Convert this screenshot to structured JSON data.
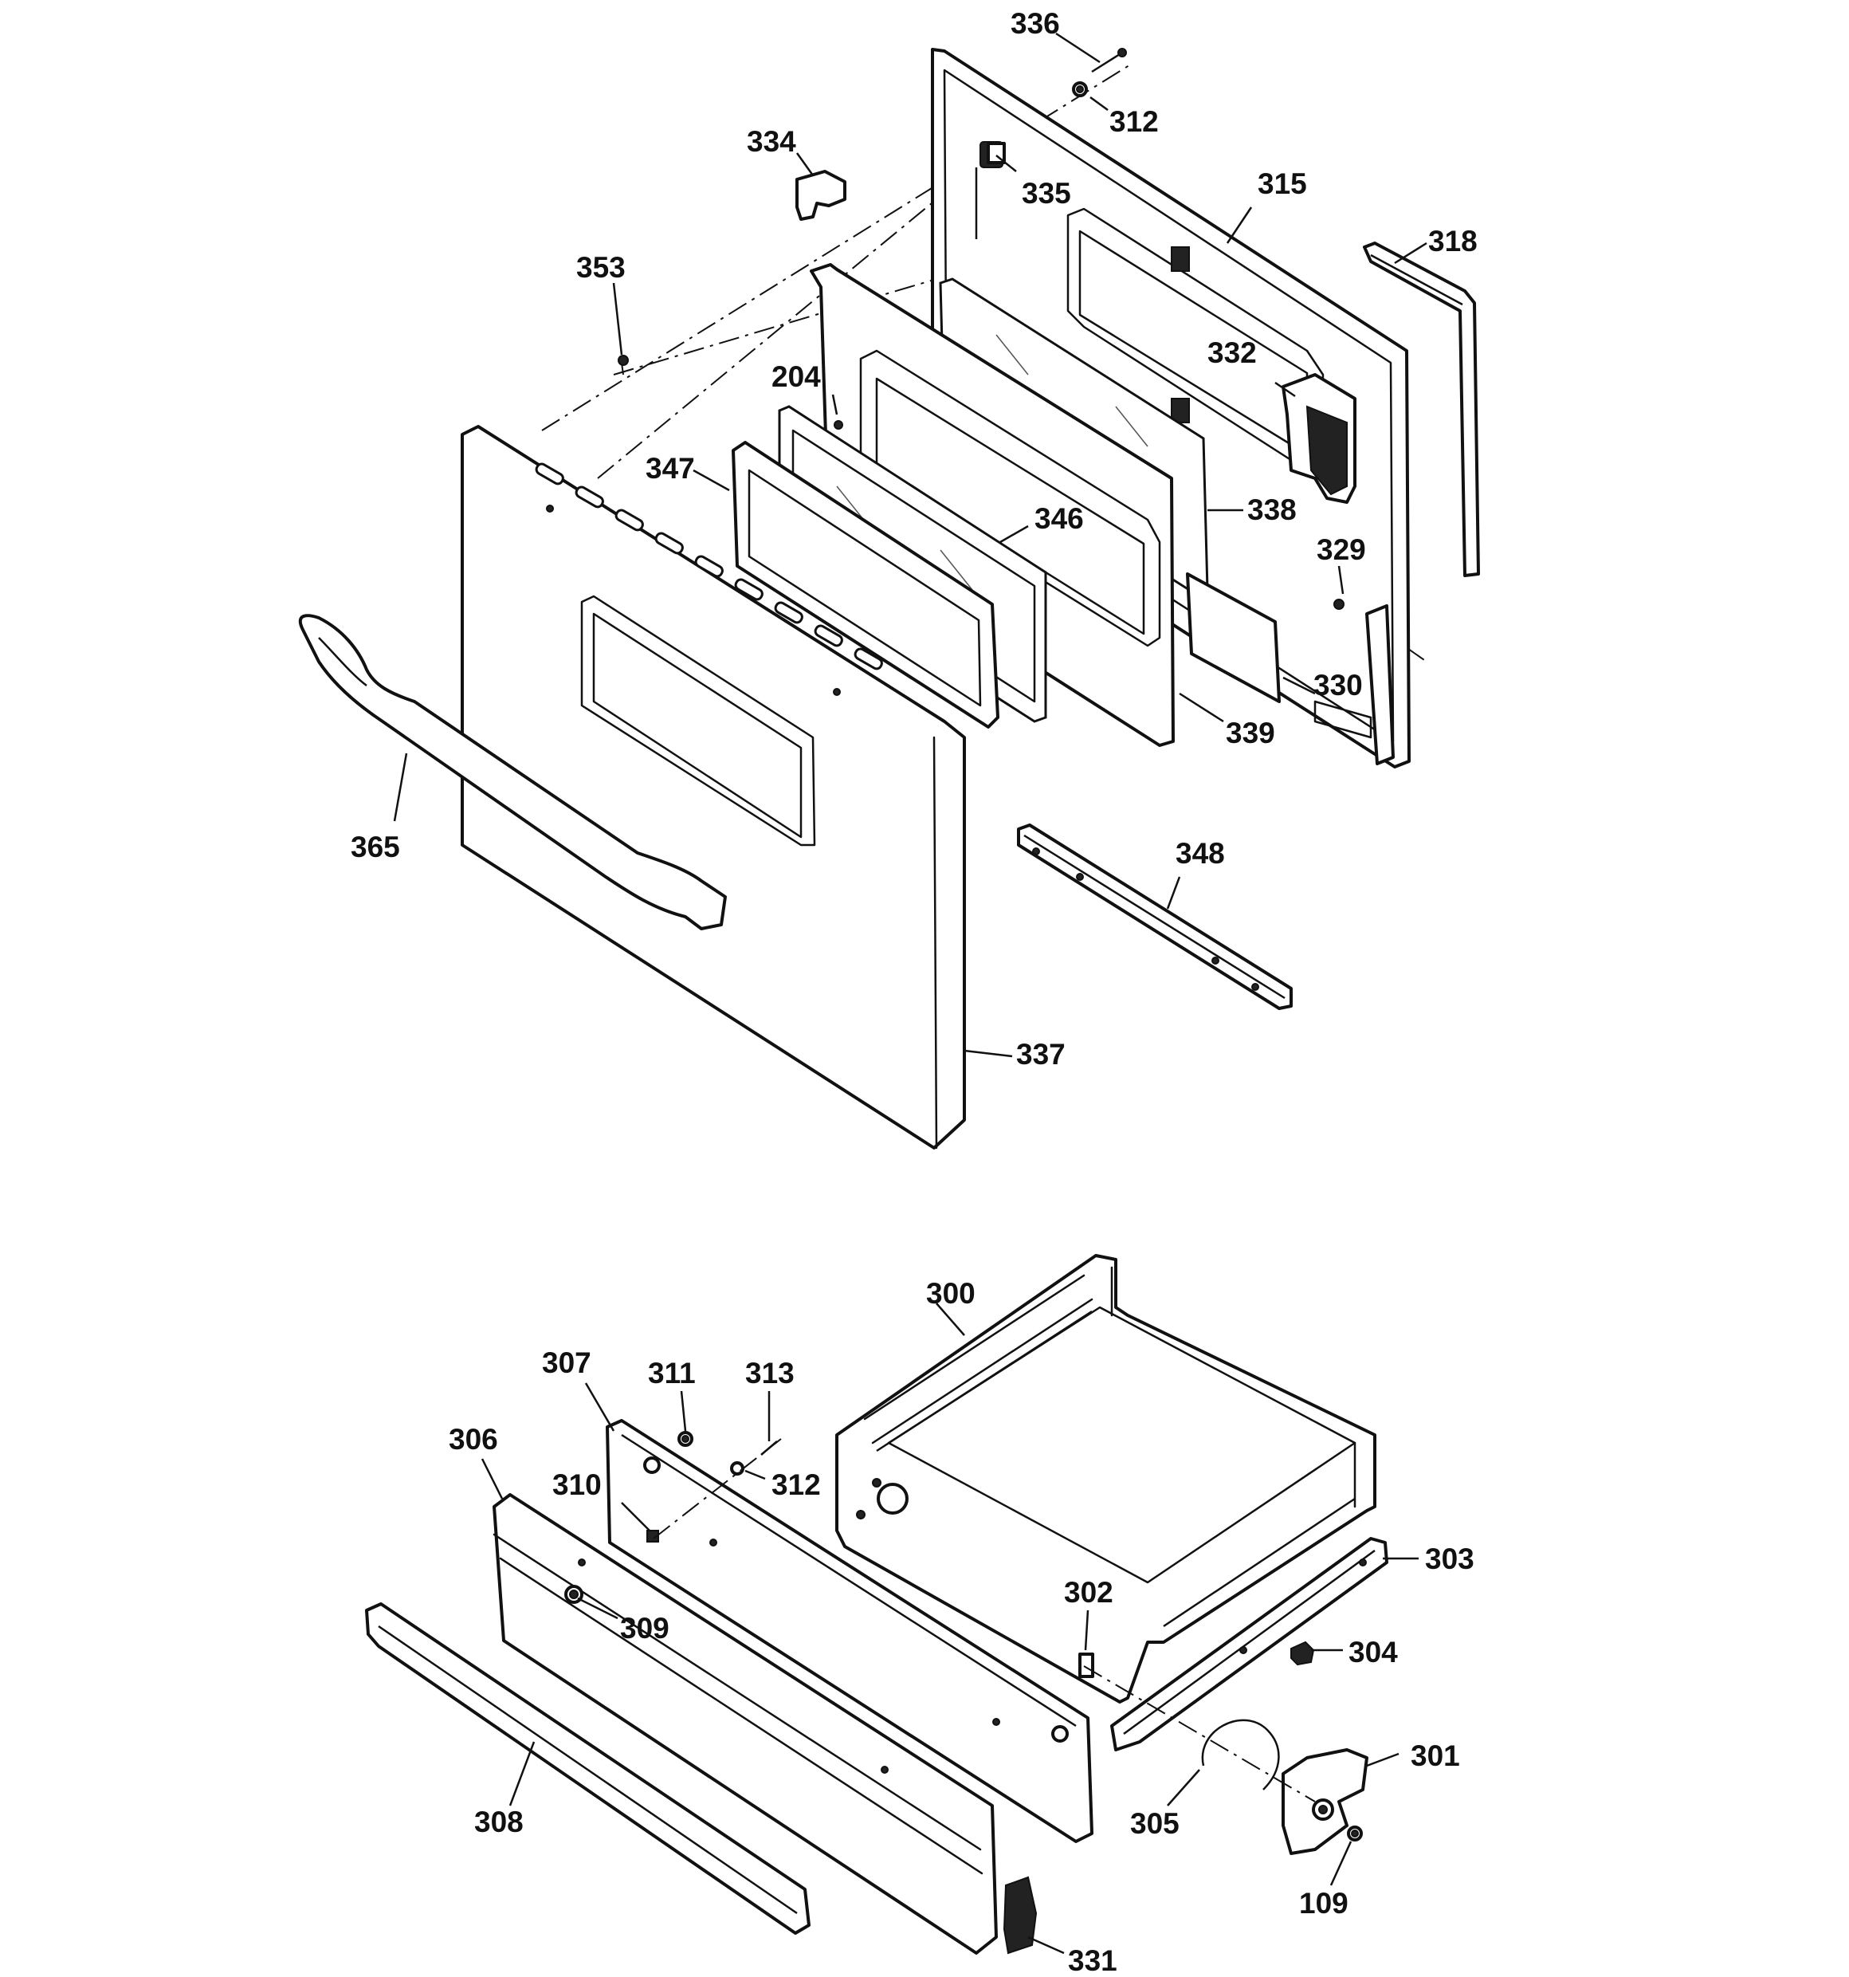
{
  "diagram": {
    "callouts": {
      "c336": "336",
      "c312a": "312",
      "c334": "334",
      "c335": "335",
      "c315": "315",
      "c318": "318",
      "c353": "353",
      "c204": "204",
      "c332": "332",
      "c347": "347",
      "c346": "346",
      "c338": "338",
      "c329": "329",
      "c330": "330",
      "c339": "339",
      "c365": "365",
      "c348": "348",
      "c337": "337",
      "c300": "300",
      "c307": "307",
      "c311": "311",
      "c313": "313",
      "c306": "306",
      "c310": "310",
      "c312b": "312",
      "c303": "303",
      "c302": "302",
      "c309": "309",
      "c304": "304",
      "c301": "301",
      "c305": "305",
      "c308": "308",
      "c109": "109",
      "c331": "331"
    }
  },
  "colors": {
    "line": "#111111",
    "background": "#ffffff"
  }
}
